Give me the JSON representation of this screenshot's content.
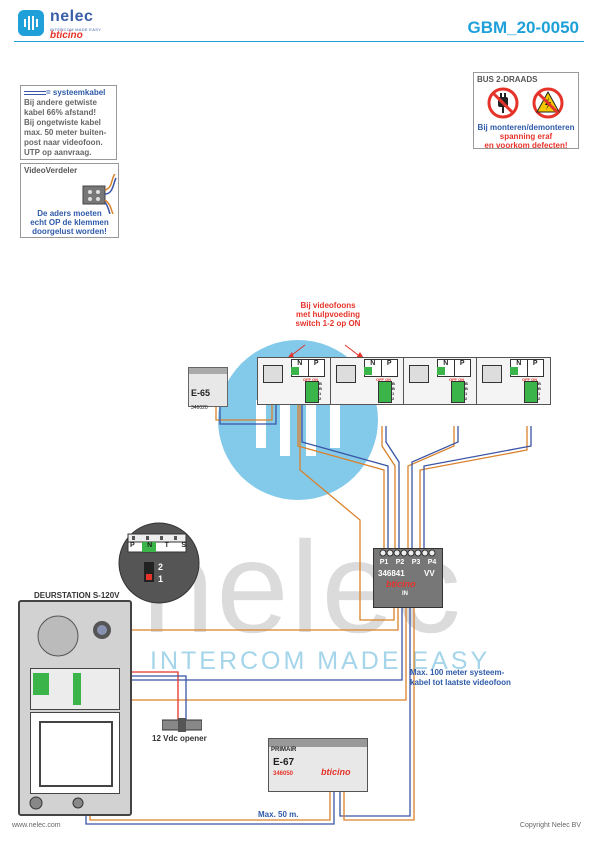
{
  "header": {
    "brand": "nelec",
    "brand_sub": "INTERCOM MADE EASY",
    "partner": "bticino",
    "doc_code": "GBM_20-0050"
  },
  "note_cable": {
    "legend": "= systeemkabel",
    "lines": [
      "Bij andere getwiste",
      "kabel 66% afstand!",
      "Bij ongetwiste kabel",
      "max. 50 meter buiten-",
      "post naar videofoon.",
      "UTP op aanvraag."
    ]
  },
  "note_distributor": {
    "title": "VideoVerdeler",
    "lines": [
      "De aders moeten",
      "echt OP de klemmen",
      "doorgelust worden!"
    ]
  },
  "warning": {
    "title": "BUS 2-DRAADS",
    "lines": [
      "Bij monteren/demonteren",
      "spanning eraf",
      "en voorkom defecten!"
    ]
  },
  "aux_power_note": [
    "Bij videofoons",
    "met hulpvoeding",
    "switch 1-2 op ON"
  ],
  "power_supply_1": {
    "model": "E-65",
    "code": "346020"
  },
  "videophones": {
    "count": 4,
    "terminals": [
      "N",
      "P"
    ],
    "switch_label": "OFF ON",
    "contacts": [
      "B",
      "B",
      "1",
      "2"
    ]
  },
  "distributor": {
    "ports": [
      "P1",
      "P2",
      "P3",
      "P4"
    ],
    "code": "346841",
    "suffix": "VV",
    "in_label": "IN"
  },
  "door_station": {
    "label": "DEURSTATION S-120V",
    "zoom_terminals": [
      "P",
      "N",
      "T",
      "S"
    ],
    "zoom_switch": [
      "2",
      "1"
    ]
  },
  "opener_label": "12 Vdc opener",
  "power_supply_2": {
    "tag": "PRIMAIR",
    "model": "E-67",
    "code": "346050"
  },
  "distance_notes": {
    "long": [
      "Max. 100 meter systeem-",
      "kabel tot laatste videofoon"
    ],
    "short": "Max. 50 m."
  },
  "watermark": {
    "word": "nelec",
    "tagline": "INTERCOM MADE EASY"
  },
  "footer": {
    "website": "www.nelec.com",
    "copyright": "Copyright Nelec BV"
  },
  "colors": {
    "accent": "#1fa0d8",
    "brand": "#2e5aa8",
    "warning": "#e6332a",
    "wire_orange": "#d9822b",
    "wire_blue": "#3a55a5"
  }
}
